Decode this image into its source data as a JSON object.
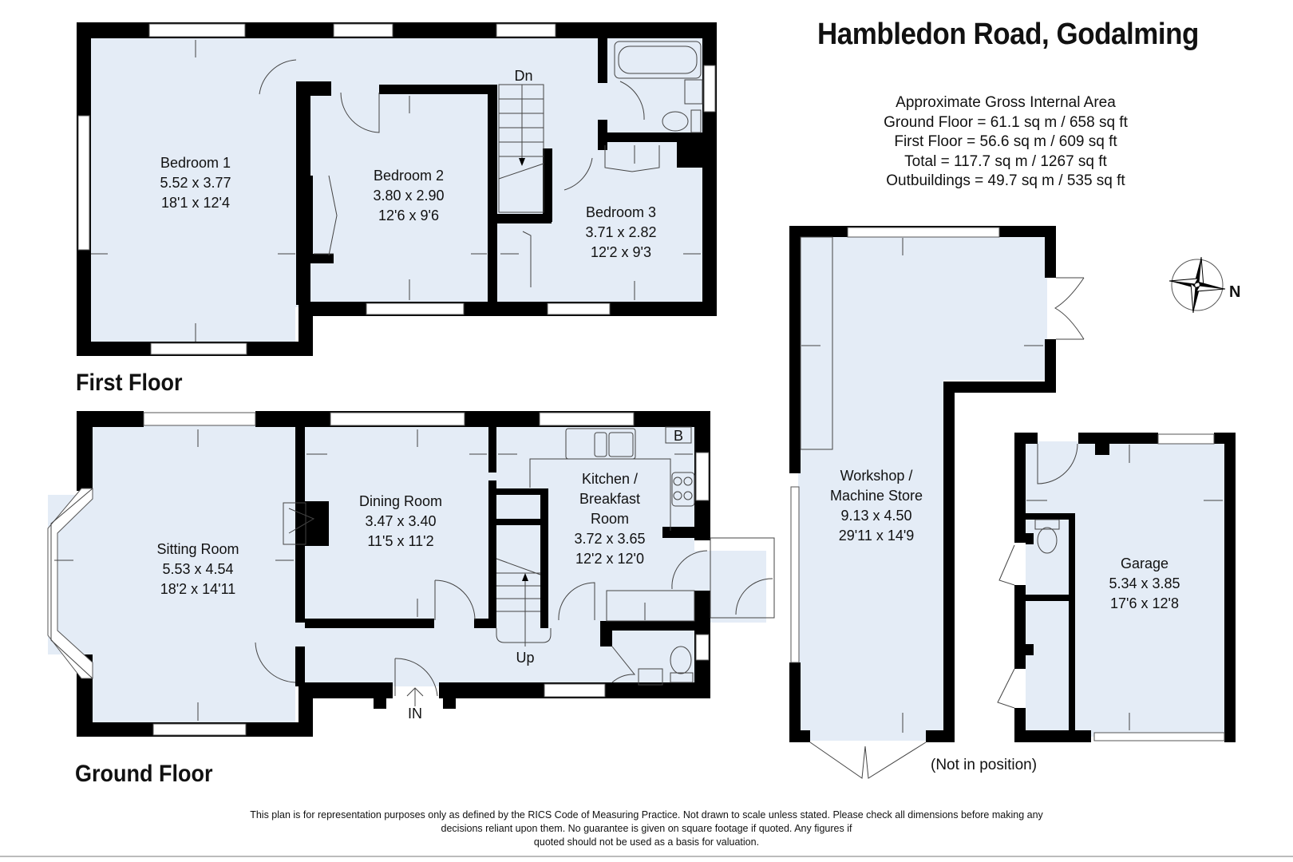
{
  "header": {
    "title": "Hambledon Road, Godalming"
  },
  "area_summary": {
    "heading": "Approximate Gross Internal Area",
    "ground_floor": "Ground Floor = 61.1 sq m / 658 sq ft",
    "first_floor": "First Floor = 56.6 sq m / 609 sq ft",
    "total": "Total = 117.7 sq m / 1267 sq ft",
    "outbuildings": "Outbuildings = 49.7 sq m / 535 sq ft"
  },
  "floors": {
    "first_floor_label": "First Floor",
    "ground_floor_label": "Ground Floor"
  },
  "first_floor": {
    "rooms": [
      {
        "name": "Bedroom 1",
        "metric": "5.52 x 3.77",
        "imperial": "18'1 x 12'4"
      },
      {
        "name": "Bedroom 2",
        "metric": "3.80 x 2.90",
        "imperial": "12'6 x 9'6"
      },
      {
        "name": "Bedroom 3",
        "metric": "3.71 x 2.82",
        "imperial": "12'2 x 9'3"
      }
    ],
    "stairs_label": "Dn"
  },
  "ground_floor": {
    "rooms": [
      {
        "name": "Sitting Room",
        "metric": "5.53 x 4.54",
        "imperial": "18'2 x 14'11"
      },
      {
        "name": "Dining Room",
        "metric": "3.47 x 3.40",
        "imperial": "11'5 x 11'2"
      },
      {
        "name_line1": "Kitchen /",
        "name_line2": "Breakfast",
        "name_line3": "Room",
        "metric": "3.72 x 3.65",
        "imperial": "12'2 x 12'0"
      }
    ],
    "stairs_label": "Up",
    "entrance_label": "IN",
    "boiler_label": "B"
  },
  "outbuildings": {
    "workshop": {
      "name_line1": "Workshop /",
      "name_line2": "Machine Store",
      "metric": "9.13 x 4.50",
      "imperial": "29'11 x 14'9"
    },
    "garage": {
      "name": "Garage",
      "metric": "5.34 x 3.85",
      "imperial": "17'6 x 12'8"
    },
    "door_note": "(Not in position)"
  },
  "compass": {
    "icon": "compass-rose-icon",
    "label": "N"
  },
  "disclaimer": {
    "line1": "This plan is for representation purposes only as defined by the RICS Code of Measuring Practice. Not drawn to scale unless stated. Please check all dimensions before making any",
    "line2": "decisions reliant upon them. No guarantee is given on square footage if quoted. Any figures if",
    "line3": "quoted should not be used as a basis for valuation."
  }
}
